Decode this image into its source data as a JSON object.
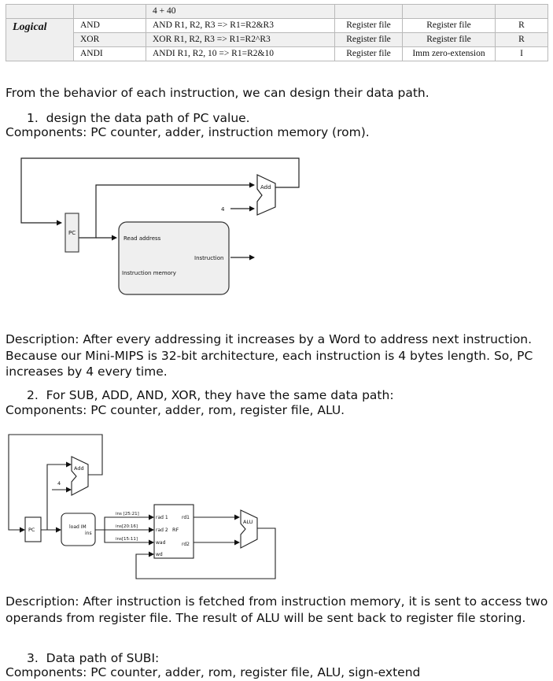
{
  "table": {
    "category": "Logical",
    "top_row": {
      "syntax": "4 + 40"
    },
    "rows": [
      {
        "instr": "AND",
        "syntax": "AND R1, R2, R3 => R1=R2&R3",
        "src1": "Register file",
        "src2": "Register file",
        "type": "R"
      },
      {
        "instr": "XOR",
        "syntax": "XOR R1, R2, R3 => R1=R2^R3",
        "src1": "Register file",
        "src2": "Register file",
        "type": "R"
      },
      {
        "instr": "ANDI",
        "syntax": "ANDI R1, R2, 10 => R1=R2&10",
        "src1": "Register file",
        "src2": "Imm zero-extension",
        "type": "I"
      }
    ]
  },
  "intro": "From the behavior of each instruction, we can design their data path.",
  "section1": {
    "number": "1.",
    "title": "design the data path of PC value.",
    "components": "Components: PC counter, adder, instruction memory (rom)."
  },
  "diagram1": {
    "add": "Add",
    "four": "4",
    "pc": "PC",
    "read_address": "Read address",
    "instruction": "Instruction",
    "instruction_memory": "Instruction memory"
  },
  "desc1": "Description: After every addressing it increases by a Word to address next instruction. Because our Mini-MIPS is 32-bit architecture, each instruction is 4 bytes length. So, PC increases by 4 every time.",
  "section2": {
    "number": "2.",
    "title": "For SUB, ADD, AND, XOR, they have the same data path:",
    "components": "Components: PC counter, adder, rom, register file, ALU."
  },
  "diagram2": {
    "add": "Add",
    "four": "4",
    "pc": "PC",
    "im_label": "load IM",
    "im_sub": "ins",
    "ins1": "ins [25:21]",
    "ins2": "ins[20:16]",
    "ins3": "ins[15:11]",
    "rad1": "rad 1",
    "rad2": "rad 2",
    "wad": "wad",
    "wd": "wd",
    "rf": "RF",
    "rd1": "rd1",
    "rd2": "rd2",
    "alu": "ALU"
  },
  "desc2": "Description: After instruction is fetched from instruction memory, it is sent to access two operands from register file. The result of ALU will be sent back to register file storing.",
  "section3": {
    "number": "3.",
    "title": "Data path of SUBI:",
    "components": "Components: PC counter, adder, rom, register file, ALU, sign-extend"
  }
}
